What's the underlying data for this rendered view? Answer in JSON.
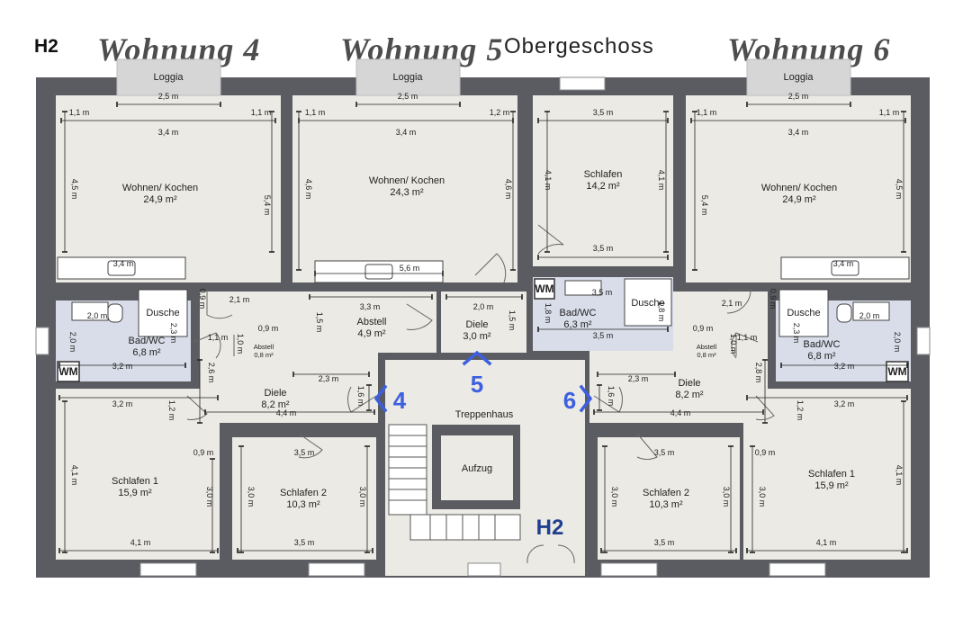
{
  "header": {
    "building": "H2",
    "floor": "Obergeschoss",
    "units": [
      "Wohnung 4",
      "Wohnung 5",
      "Wohnung 6"
    ]
  },
  "colors": {
    "wall": "#5b5c61",
    "floor": "#ebeae4",
    "bath": "#d9dde9",
    "loggia": "#d6d6d6",
    "accent": "#3d5fe0",
    "label_dark": "#1f3f8f"
  },
  "rooms": {
    "w4_wohnen": {
      "name": "Wohnen/ Kochen",
      "area": "24,9 m²"
    },
    "w5_wohnen": {
      "name": "Wohnen/ Kochen",
      "area": "24,3 m²"
    },
    "w5_schlafen": {
      "name": "Schlafen",
      "area": "14,2 m²"
    },
    "w6_wohnen": {
      "name": "Wohnen/ Kochen",
      "area": "24,9 m²"
    },
    "w4_bad": {
      "name": "Bad/WC",
      "area": "6,8 m²"
    },
    "w5_abstell": {
      "name": "Abstell",
      "area": "4,9 m²"
    },
    "w5_diele": {
      "name": "Diele",
      "area": "3,0 m²"
    },
    "w5_bad": {
      "name": "Bad/WC",
      "area": "6,3 m²"
    },
    "w6_bad": {
      "name": "Bad/WC",
      "area": "6,8 m²"
    },
    "w4_abstell": {
      "name": "Abstell",
      "area": "0,8 m²"
    },
    "w6_abstell": {
      "name": "Abstell",
      "area": "0,8 m²"
    },
    "w4_diele": {
      "name": "Diele",
      "area": "8,2 m²"
    },
    "w6_diele": {
      "name": "Diele",
      "area": "8,2 m²"
    },
    "w4_schlafen1": {
      "name": "Schlafen 1",
      "area": "15,9 m²"
    },
    "w4_schlafen2": {
      "name": "Schlafen 2",
      "area": "10,3 m²"
    },
    "w6_schlafen2": {
      "name": "Schlafen 2",
      "area": "10,3 m²"
    },
    "w6_schlafen1": {
      "name": "Schlafen 1",
      "area": "15,9 m²"
    }
  },
  "labels": {
    "loggia": "Loggia",
    "dusche": "Dusche",
    "wm": "WM",
    "treppenhaus": "Treppenhaus",
    "aufzug": "Aufzug",
    "entrance": "H2",
    "unit_markers": [
      "4",
      "5",
      "6"
    ]
  },
  "dims": {
    "d_2_5": "2,5 m",
    "d_1_1": "1,1 m",
    "d_1_2": "1,2 m",
    "d_3_4": "3,4 m",
    "d_4_5": "4,5 m",
    "d_5_4": "5,4 m",
    "d_4_6": "4,6 m",
    "d_3_5": "3,5 m",
    "d_4_1": "4,1 m",
    "d_5_6": "5,6 m",
    "d_2_1": "2,1 m",
    "d_0_9": "0,9 m",
    "d_2_0": "2,0 m",
    "d_2_3": "2,3 m",
    "d_3_3": "3,3 m",
    "d_1_5": "1,5 m",
    "d_1_8": "1,8 m",
    "d_3_2": "3,2 m",
    "d_1_0": "1,0 m",
    "d_2_6": "2,6 m",
    "d_2_8": "2,8 m",
    "d_1_6": "1,6 m",
    "d_4_4": "4,4 m",
    "d_3_0": "3,0 m"
  }
}
